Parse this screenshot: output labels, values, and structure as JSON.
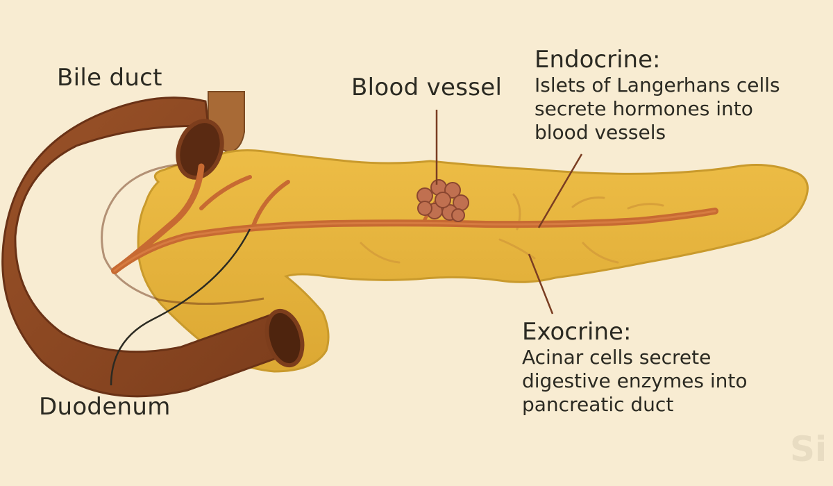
{
  "labels": {
    "bile_duct": "Bile duct",
    "blood_vessel": "Blood vessel",
    "duodenum": "Duodenum"
  },
  "endocrine": {
    "heading": "Endocrine:",
    "description": "Islets of Langerhans cells\nsecrete hormones into\nblood vessels"
  },
  "exocrine": {
    "heading": "Exocrine:",
    "description": "Acinar cells secrete\ndigestive enzymes into\npancreatic duct"
  },
  "watermark": "Si",
  "colors": {
    "background": "#f8ecd2",
    "pancreas": "#e8b53e",
    "pancreas_edge": "#c99a2c",
    "duodenum": "#8f4a24",
    "bile_duct": "#a86a36",
    "duct": "#c76a32",
    "islet": "#c07050",
    "leader_line": "#7a3d22",
    "text": "#2b2a22"
  }
}
